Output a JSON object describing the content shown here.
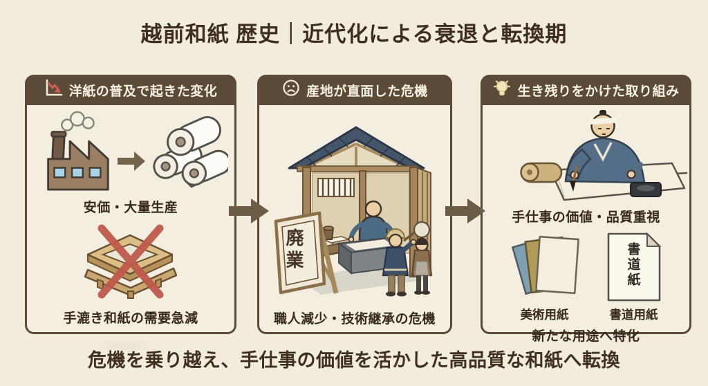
{
  "page": {
    "title": "越前和紙 歴史｜近代化による衰退と転換期",
    "footer": "危機を乗り越え、手仕事の価値を活かした高品質な和紙へ転換"
  },
  "colors": {
    "background": "#f2ecdd",
    "panel_header_bg": "#5c4a38",
    "panel_header_text": "#f7f1e2",
    "panel_border": "#5c4a38",
    "dark_text": "#38291d",
    "flow_arrow": "#6b5c45",
    "cross_red": "#bf5a4c",
    "roof_blue": "#45566a",
    "wood_tan": "#ab8c5e"
  },
  "panels": [
    {
      "header": {
        "icon": "declining-chart-icon",
        "label": "洋紙の普及で起きた変化"
      },
      "captions": {
        "top": "安価・大量生産",
        "bottom": "手漉き和紙の需要急減"
      }
    },
    {
      "header": {
        "icon": "sad-face-icon",
        "label": "産地が直面した危機"
      },
      "sign_text": "廃業",
      "captions": {
        "bottom": "職人減少・技術継承の危機"
      }
    },
    {
      "header": {
        "icon": "lightbulb-icon",
        "label": "生き残りをかけた取り組み"
      },
      "captions": {
        "top": "手仕事の価値・品質重視",
        "bottom": "新たな用途へ特化"
      },
      "paper_labels": {
        "art": "美術用紙",
        "calligraphy": "書道用紙"
      },
      "sheet_text": "書道紙"
    }
  ]
}
